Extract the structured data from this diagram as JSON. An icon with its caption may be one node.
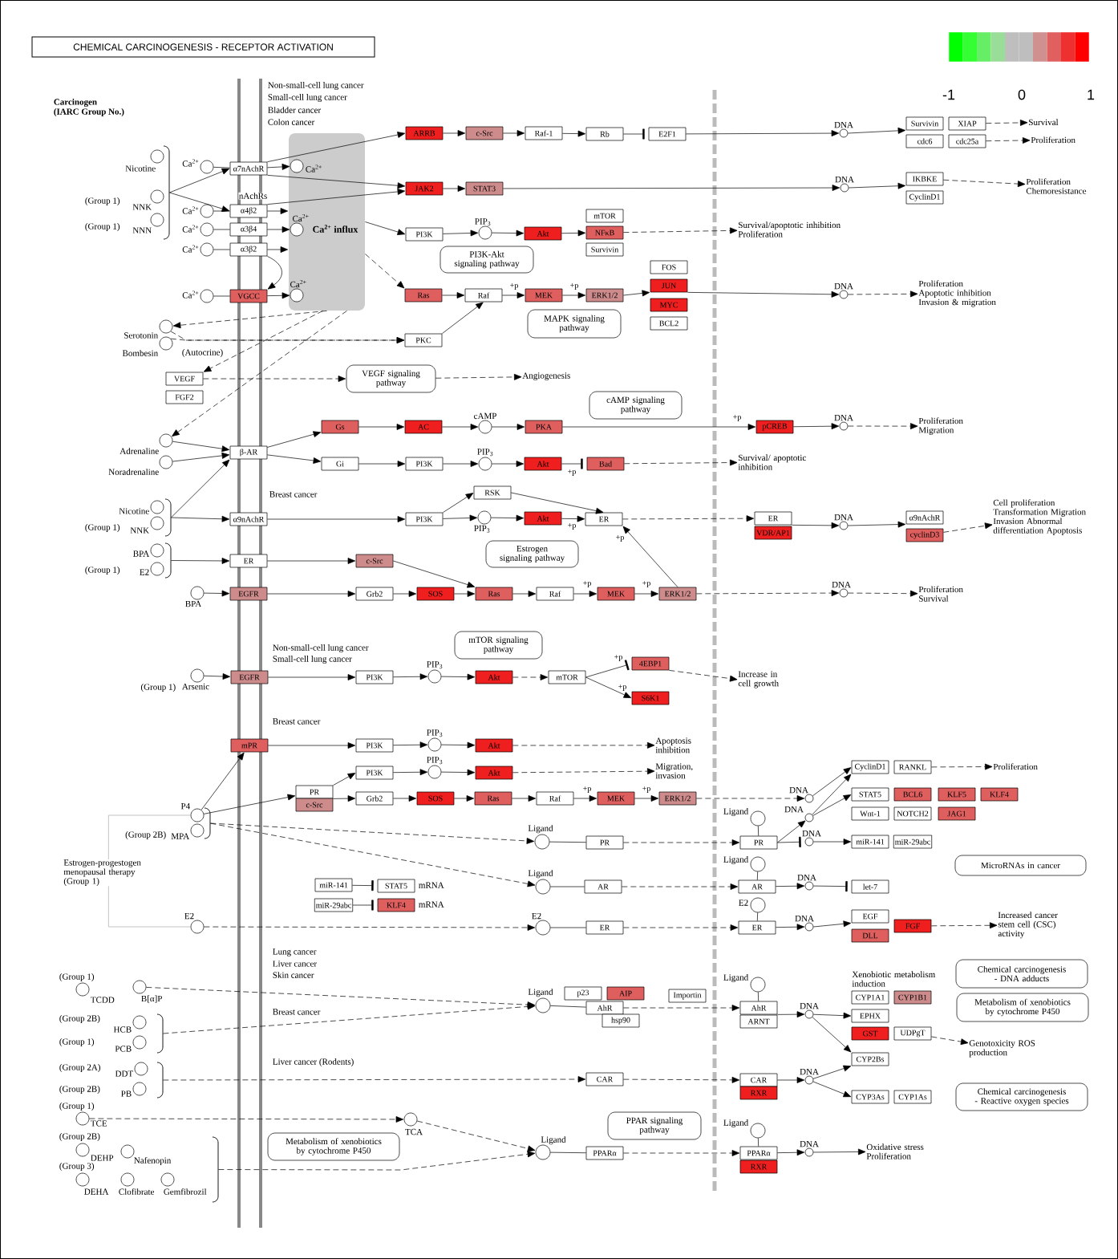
{
  "diagram": {
    "title": "CHEMICAL CARCINOGENESIS - RECEPTOR ACTIVATION",
    "nodes": [
      {
        "text": [],
        "shape": "bracket"
      },
      {
        "text": [
          "Nicotine"
        ]
      },
      {
        "text": [
          "NNK"
        ],
        "beside": [
          "(Group 1)"
        ]
      },
      {
        "text": [
          "NNN"
        ],
        "beside": [
          "(Group 1)"
        ]
      },
      {
        "text": [
          "Ca$^{2+}$"
        ]
      },
      {
        "text": [
          "α7nAchR"
        ]
      },
      {
        "text": [
          "Ca$^{2+}$ influx"
        ]
      },
      {
        "text": [
          "Ca$^{2+}$"
        ],
        "in": 6
      },
      {
        "text": [
          "Ca$^{2+}$"
        ]
      },
      {
        "text": [
          "α4β2"
        ]
      },
      {
        "text": [
          "Ca$^{2+}$"
        ],
        "in": 6
      },
      {
        "text": [
          "Ca$^{2+}$"
        ]
      },
      {
        "text": [
          "α3β4"
        ]
      },
      {
        "text": [
          "Ca$^{2+}$"
        ]
      },
      {
        "text": [
          "α3β2"
        ]
      },
      {
        "text": [
          "Ca$^{2+}$"
        ]
      },
      {
        "text": [
          "VGCC"
        ]
      },
      {
        "text": [
          "Ca$^{2+}$"
        ],
        "in": 6
      },
      {
        "text": [
          "ARRB"
        ]
      },
      {
        "text": [
          "c-Src"
        ]
      },
      {
        "text": [
          "Raf-1"
        ]
      },
      {
        "text": [
          "Rb"
        ]
      },
      {
        "text": [
          "E2F1"
        ]
      },
      {
        "text": [
          "DNA"
        ]
      },
      {
        "text": [
          "Survivin"
        ]
      },
      {
        "text": [
          "XIAP"
        ]
      },
      {
        "text": [
          "cdc6"
        ]
      },
      {
        "text": [
          "cdc25a"
        ]
      },
      {
        "text": [
          "Survival"
        ]
      },
      {
        "text": [
          "Proliferation"
        ]
      },
      {
        "text": [
          "JAK2"
        ]
      },
      {
        "text": [
          "STAT3"
        ]
      },
      {
        "text": [
          "DNA"
        ]
      },
      {
        "text": [
          "IKBKE"
        ]
      },
      {
        "text": [
          "CyclinD1"
        ]
      },
      {
        "text": [
          "Proliferation Chemoresistance"
        ]
      },
      {
        "text": [
          "PI3K"
        ]
      },
      {
        "text": [
          "PIP$_{3}$"
        ]
      },
      {
        "text": [
          "Akt"
        ]
      },
      {
        "text": [
          "mTOR"
        ]
      },
      {
        "text": [
          "NFκB"
        ]
      },
      {
        "text": [
          "Survivin"
        ]
      },
      {
        "text": [
          "Survival/apoptotic inhibition Proliferation"
        ]
      },
      {
        "text": [
          "PI3K-Akt signaling pathway"
        ]
      },
      {
        "text": [
          "FOS"
        ]
      },
      {
        "text": [
          "JUN"
        ]
      },
      {
        "text": [
          "Ras"
        ]
      },
      {
        "text": [
          "Raf"
        ]
      },
      {
        "text": [
          "MEK"
        ]
      },
      {
        "text": [
          "ERK1/2"
        ]
      },
      {
        "text": [
          "MYC"
        ]
      },
      {
        "text": [
          "BCL2"
        ]
      },
      {
        "text": [
          "DNA"
        ]
      },
      {
        "text": [
          "Proliferation Apoptotic inhibition Invasion & migration"
        ]
      },
      {
        "text": [
          "MAPK signaling pathway"
        ]
      },
      {
        "text": [
          "Serotonin"
        ]
      },
      {
        "text": [
          "Bombesin"
        ]
      },
      {
        "text": [
          "PKC"
        ]
      },
      {
        "text": [
          "VEGF"
        ]
      },
      {
        "text": [
          "FGF2"
        ]
      },
      {
        "text": [
          "VEGF signaling pathway"
        ]
      },
      {
        "text": [
          "Angiogenesis"
        ]
      },
      {
        "text": [
          "cAMP signaling pathway"
        ]
      },
      {
        "text": [
          "Gs"
        ]
      },
      {
        "text": [
          "AC"
        ]
      },
      {
        "text": [
          "cAMP"
        ]
      },
      {
        "text": [
          "PKA"
        ]
      },
      {
        "text": [
          "pCREB"
        ]
      },
      {
        "text": [
          "DNA"
        ]
      },
      {
        "text": [
          "Proliferation Migration"
        ]
      },
      {
        "text": [
          "Adrenaline"
        ]
      },
      {
        "text": [
          "Noradrenaline"
        ]
      },
      {
        "text": [
          "β-AR"
        ]
      },
      {
        "text": [
          "Gi"
        ]
      },
      {
        "text": [
          "PI3K"
        ]
      },
      {
        "text": [
          "PIP$_{3}$"
        ]
      },
      {
        "text": [
          "Akt"
        ]
      },
      {
        "text": [
          "Bad"
        ]
      },
      {
        "text": [
          "Survival/ apoptotic inhibition"
        ]
      },
      {
        "text": [
          "RSK"
        ]
      },
      {
        "text": [],
        "shape": "bracket"
      },
      {
        "text": [
          "Nicotine"
        ]
      },
      {
        "text": [
          "NNK"
        ],
        "beside": [
          "(Group 1)"
        ]
      },
      {
        "text": [
          "α9nAchR"
        ]
      },
      {
        "text": [
          "PI3K"
        ]
      },
      {
        "text": [
          "PIP$_{3}$"
        ]
      },
      {
        "text": [
          "Akt"
        ]
      },
      {
        "text": [
          "ER"
        ]
      },
      {
        "text": [
          "ER"
        ]
      },
      {
        "text": [
          "VDR/AP1"
        ]
      },
      {
        "text": [
          "DNA"
        ]
      },
      {
        "text": [
          "α9nAchR"
        ]
      },
      {
        "text": [
          "cyclinD3"
        ]
      },
      {
        "text": [
          "Cell proliferation Transformation Migration Invasion Abnormal differentiation Apoptosis"
        ]
      },
      {
        "text": [
          "Estrogen signaling pathway"
        ]
      },
      {
        "text": [],
        "shape": "bracket"
      },
      {
        "text": [
          "BPA"
        ]
      },
      {
        "text": [
          "E2"
        ],
        "beside": [
          "(Group 1)"
        ]
      },
      {
        "text": [
          "ER"
        ]
      },
      {
        "text": [
          "c-Src"
        ]
      },
      {
        "text": [
          "BPA"
        ]
      },
      {
        "text": [
          "EGFR"
        ]
      },
      {
        "text": [
          "Grb2"
        ]
      },
      {
        "text": [
          "SOS"
        ]
      },
      {
        "text": [
          "Ras"
        ]
      },
      {
        "text": [
          "Raf"
        ]
      },
      {
        "text": [
          "MEK"
        ]
      },
      {
        "text": [
          "ERK1/2"
        ]
      },
      {
        "text": [
          "DNA"
        ]
      },
      {
        "text": [
          "Proliferation Survival"
        ]
      },
      {
        "text": [
          "mTOR signaling pathway"
        ]
      },
      {
        "text": [
          "Arsenic"
        ],
        "beside": [
          "(Group 1)"
        ]
      },
      {
        "text": [
          "EGFR"
        ]
      },
      {
        "text": [
          "PI3K"
        ]
      },
      {
        "text": [
          "PIP$_{3}$"
        ]
      },
      {
        "text": [
          "Akt"
        ]
      },
      {
        "text": [
          "mTOR"
        ]
      },
      {
        "text": [
          "4EBP1"
        ]
      },
      {
        "text": [
          "S6K1"
        ]
      },
      {
        "text": [
          "Increase in cell growth"
        ]
      },
      {
        "text": [
          "mPR"
        ]
      },
      {
        "text": [
          "PI3K"
        ]
      },
      {
        "text": [
          "PIP$_{3}$"
        ]
      },
      {
        "text": [
          "Akt"
        ]
      },
      {
        "text": [
          "Apoptosis inhibition"
        ]
      },
      {
        "text": [
          "PI3K"
        ]
      },
      {
        "text": [
          "PIP$_{3}$"
        ]
      },
      {
        "text": [
          "Akt"
        ]
      },
      {
        "text": [
          "Migration, invasion"
        ]
      },
      {
        "text": [
          "PR"
        ]
      },
      {
        "text": [
          "c-Src"
        ]
      },
      {
        "text": [
          "Grb2"
        ]
      },
      {
        "text": [
          "SOS"
        ]
      },
      {
        "text": [
          "Ras"
        ]
      },
      {
        "text": [
          "Raf"
        ]
      },
      {
        "text": [
          "MEK"
        ]
      },
      {
        "text": [
          "ERK1/2"
        ]
      },
      {
        "text": [
          "DNA"
        ]
      },
      {
        "text": [
          "CyclinD1"
        ]
      },
      {
        "text": [
          "RANKL"
        ]
      },
      {
        "text": [
          "Proliferation"
        ]
      },
      {
        "text": [
          "STAT5"
        ]
      },
      {
        "text": [
          "BCL6"
        ]
      },
      {
        "text": [
          "KLF5"
        ]
      },
      {
        "text": [
          "KLF4"
        ]
      },
      {
        "text": [
          "Wnt-1"
        ]
      },
      {
        "text": [
          "NOTCH2"
        ]
      },
      {
        "text": [
          "JAG1"
        ]
      },
      {
        "text": [
          "DNA"
        ]
      },
      {
        "text": [],
        "shape": "bracket"
      },
      {
        "text": [
          "P4"
        ]
      },
      {
        "text": [
          "MPA"
        ],
        "beside": [
          "(Group 2B)"
        ]
      },
      {
        "text": [
          "Ligand"
        ]
      },
      {
        "text": [
          "PR"
        ]
      },
      {
        "text": [
          "Ligand"
        ]
      },
      {
        "text": [
          "PR"
        ]
      },
      {
        "text": [
          "DNA"
        ]
      },
      {
        "text": [
          "miR-141"
        ]
      },
      {
        "text": [
          "miR-29abc"
        ]
      },
      {
        "text": [
          "MicroRNAs in cancer"
        ]
      },
      {
        "text": [
          "Estrogen-progestogen menopausal therapy (Group 1)"
        ]
      },
      {
        "text": [
          "miR-141"
        ]
      },
      {
        "text": [
          "STAT5"
        ],
        "beside": [
          "mRNA"
        ]
      },
      {
        "text": [
          "Ligand"
        ]
      },
      {
        "text": [
          "AR"
        ]
      },
      {
        "text": [
          "Ligand"
        ]
      },
      {
        "text": [
          "AR"
        ]
      },
      {
        "text": [
          "DNA"
        ]
      },
      {
        "text": [
          "let-7"
        ]
      },
      {
        "text": [
          "miR-29abc"
        ]
      },
      {
        "text": [
          "KLF4"
        ],
        "beside": [
          "mRNA"
        ]
      },
      {
        "text": [
          "E2"
        ]
      },
      {
        "text": [
          "E2"
        ]
      },
      {
        "text": [
          "ER"
        ]
      },
      {
        "text": [
          "E2"
        ]
      },
      {
        "text": [
          "ER"
        ]
      },
      {
        "text": [
          "DNA"
        ]
      },
      {
        "text": [
          "EGF"
        ]
      },
      {
        "text": [
          "FGF"
        ]
      },
      {
        "text": [
          "DLL"
        ]
      },
      {
        "text": [
          "Increased cancer stem cell (CSC) activity"
        ]
      },
      {
        "text": [
          "Chemical carcinogenesis - DNA adducts"
        ]
      },
      {
        "text": [
          "TCDD"
        ],
        "beside": [
          "(Group 1)"
        ]
      },
      {
        "text": [
          "B[α]P"
        ]
      },
      {
        "text": [
          "p23"
        ]
      },
      {
        "text": [
          "AIP"
        ]
      },
      {
        "text": [
          "Ligand"
        ]
      },
      {
        "text": [
          "AhR"
        ]
      },
      {
        "text": [
          "hsp90"
        ]
      },
      {
        "text": [
          "Importin"
        ]
      },
      {
        "text": [
          "Ligand"
        ]
      },
      {
        "text": [
          "AhR"
        ]
      },
      {
        "text": [
          "ARNT"
        ]
      },
      {
        "text": [
          "DNA"
        ]
      },
      {
        "text": [
          "CYP1A1"
        ]
      },
      {
        "text": [
          "CYP1B1"
        ]
      },
      {
        "text": [
          "Metabolism of xenobiotics by cytochrome P450"
        ]
      },
      {
        "text": [
          "EPHX"
        ]
      },
      {
        "text": [],
        "shape": "bracket"
      },
      {
        "text": [
          "HCB"
        ]
      },
      {
        "text": [
          "PCB"
        ]
      },
      {
        "text": [
          "GST"
        ]
      },
      {
        "text": [
          "UDPgT"
        ]
      },
      {
        "text": [
          "Genotoxicity ROS production"
        ]
      },
      {
        "text": [
          "CYP2Bs"
        ]
      },
      {
        "text": [],
        "shape": "bracket"
      },
      {
        "text": [
          "DDT"
        ]
      },
      {
        "text": [
          "PB"
        ]
      },
      {
        "text": [
          "CAR"
        ]
      },
      {
        "text": [
          "CAR"
        ]
      },
      {
        "text": [
          "DNA"
        ]
      },
      {
        "text": [
          "RXR"
        ]
      },
      {
        "text": [
          "CYP3As"
        ]
      },
      {
        "text": [
          "CYP1As"
        ]
      },
      {
        "text": [
          "Chemical carcinogenesis - Reactive oxygen species"
        ]
      },
      {
        "text": [
          "TCE"
        ],
        "beside": [
          "(Group 1)"
        ]
      },
      {
        "text": [
          "TCA"
        ]
      },
      {
        "text": [
          "PPAR signaling pathway"
        ]
      },
      {
        "text": [
          "Ligand"
        ]
      },
      {
        "text": [
          "Metabolism of xenobiotics by cytochrome P450"
        ]
      },
      {
        "text": [],
        "shape": "bracket"
      },
      {
        "text": [
          "DEHP"
        ],
        "beside": [
          "(Group 2B)"
        ]
      },
      {
        "text": [
          "Nafenopin"
        ]
      },
      {
        "text": [
          "Ligand"
        ]
      },
      {
        "text": [
          "PPARα"
        ]
      },
      {
        "text": [
          "PPARα"
        ]
      },
      {
        "text": [
          "DNA"
        ]
      },
      {
        "text": [
          "Oxidative stress Proliferation"
        ]
      },
      {
        "text": [
          "DEHA"
        ],
        "beside": [
          "(Group 3)"
        ]
      },
      {
        "text": [
          "Clofibrate"
        ]
      },
      {
        "text": [
          "Gemfibrozil"
        ]
      },
      {
        "text": [
          "RXR"
        ]
      }
    ],
    "edges": [
      {
        "from": 0,
        "to": 5,
        "arrow": "to"
      },
      {
        "from": 0,
        "to": 9,
        "arrow": "to"
      },
      {
        "from": 4,
        "to": 5,
        "arrow": "none"
      },
      {
        "from": 5,
        "to": 7,
        "arrow": "to"
      },
      {
        "from": 5,
        "to": 18,
        "arrow": "to"
      },
      {
        "from": 5,
        "to": 30,
        "arrow": "to"
      },
      {
        "from": 8,
        "to": 9,
        "arrow": "none"
      },
      {
        "from": 9,
        "to": 30,
        "arrow": "to"
      },
      {
        "from": 9,
        "to": 6,
        "arrow": "to"
      },
      {
        "from": 11,
        "to": 12,
        "arrow": "none"
      },
      {
        "from": 12,
        "to": 10,
        "arrow": "to"
      },
      {
        "from": 13,
        "to": 14,
        "arrow": "none"
      },
      {
        "from": 14,
        "to": 6,
        "arrow": "to"
      },
      {
        "from": 14,
        "to": 16,
        "arrow": "to"
      },
      {
        "from": 15,
        "to": 16,
        "arrow": "none"
      },
      {
        "from": 16,
        "to": 17,
        "arrow": "to"
      },
      {
        "from": 6,
        "to": 36,
        "arrow": "to"
      },
      {
        "from": 6,
        "to": 46,
        "arrow": "to",
        "style": "dashed"
      },
      {
        "from": 6,
        "to": 55,
        "arrow": "to",
        "style": "dashed"
      },
      {
        "from": 6,
        "to": 58,
        "arrow": "to",
        "style": "dashed"
      },
      {
        "from": 6,
        "to": 70,
        "arrow": "to",
        "style": "dashed"
      },
      {
        "from": 18,
        "to": 19,
        "arrow": "to"
      },
      {
        "from": 19,
        "to": 20,
        "arrow": "to"
      },
      {
        "from": 20,
        "to": 21,
        "arrow": "to"
      },
      {
        "from": 21,
        "to": 22,
        "arrow": "other"
      },
      {
        "from": 22,
        "to": 23,
        "arrow": "to"
      },
      {
        "from": 23,
        "to": 24,
        "arrow": "to"
      },
      {
        "from": 25,
        "to": 28,
        "arrow": "to",
        "style": "dashed"
      },
      {
        "from": 27,
        "to": 29,
        "arrow": "to",
        "style": "dashed"
      },
      {
        "from": 30,
        "to": 31,
        "arrow": "to"
      },
      {
        "from": 31,
        "to": 32,
        "arrow": "to"
      },
      {
        "from": 32,
        "to": 33,
        "arrow": "to"
      },
      {
        "from": 33,
        "to": 35,
        "arrow": "to",
        "style": "dashed"
      },
      {
        "from": 36,
        "to": 37,
        "arrow": "to"
      },
      {
        "from": 37,
        "to": 38,
        "arrow": "to"
      },
      {
        "from": 38,
        "to": 40,
        "arrow": "to"
      },
      {
        "from": 40,
        "to": 42,
        "arrow": "to",
        "style": "dashed"
      },
      {
        "from": 46,
        "to": 47,
        "arrow": "to"
      },
      {
        "from": 47,
        "to": 48,
        "arrow": "to",
        "label": "+p"
      },
      {
        "from": 48,
        "to": 49,
        "arrow": "to",
        "label": "+p"
      },
      {
        "from": 49,
        "to": 45,
        "arrow": "to"
      },
      {
        "from": 45,
        "to": 52,
        "arrow": "to"
      },
      {
        "from": 52,
        "to": 53,
        "arrow": "to",
        "style": "dashed"
      },
      {
        "from": 55,
        "to": 57,
        "arrow": "to",
        "style": "dashed"
      },
      {
        "from": 56,
        "to": 57,
        "arrow": "to",
        "style": "dashed"
      },
      {
        "from": 57,
        "to": 47,
        "arrow": "to"
      },
      {
        "from": 58,
        "to": 60,
        "arrow": "to",
        "style": "dashed"
      },
      {
        "from": 60,
        "to": 61,
        "arrow": "to",
        "style": "dashed"
      },
      {
        "from": 72,
        "to": 63,
        "arrow": "to"
      },
      {
        "from": 63,
        "to": 64,
        "arrow": "to"
      },
      {
        "from": 64,
        "to": 65,
        "arrow": "to"
      },
      {
        "from": 65,
        "to": 66,
        "arrow": "to"
      },
      {
        "from": 66,
        "to": 67,
        "arrow": "to",
        "label": "+p"
      },
      {
        "from": 67,
        "to": 68,
        "arrow": "to"
      },
      {
        "from": 68,
        "to": 69,
        "arrow": "to",
        "style": "dashed"
      },
      {
        "from": 70,
        "to": 72,
        "arrow": "to"
      },
      {
        "from": 71,
        "to": 72,
        "arrow": "to"
      },
      {
        "from": 80,
        "to": 72,
        "arrow": "to"
      },
      {
        "from": 72,
        "to": 73,
        "arrow": "to"
      },
      {
        "from": 73,
        "to": 74,
        "arrow": "to"
      },
      {
        "from": 74,
        "to": 75,
        "arrow": "to"
      },
      {
        "from": 75,
        "to": 76,
        "arrow": "to"
      },
      {
        "from": 76,
        "to": 77,
        "arrow": "other",
        "label": "+p"
      },
      {
        "from": 77,
        "to": 78,
        "arrow": "to",
        "style": "dashed"
      },
      {
        "from": 80,
        "to": 83,
        "arrow": "to"
      },
      {
        "from": 83,
        "to": 84,
        "arrow": "to"
      },
      {
        "from": 84,
        "to": 79,
        "arrow": "to"
      },
      {
        "from": 84,
        "to": 85,
        "arrow": "to"
      },
      {
        "from": 85,
        "to": 86,
        "arrow": "to"
      },
      {
        "from": 86,
        "to": 87,
        "arrow": "to",
        "label": "+p"
      },
      {
        "from": 79,
        "to": 87,
        "arrow": "to"
      },
      {
        "from": 107,
        "to": 87,
        "arrow": "to",
        "label": "+p"
      },
      {
        "from": 87,
        "to": 88,
        "arrow": "to",
        "style": "dashed"
      },
      {
        "from": 88,
        "to": 90,
        "arrow": "to"
      },
      {
        "from": 90,
        "to": 91,
        "arrow": "to"
      },
      {
        "from": 92,
        "to": 93,
        "arrow": "to",
        "style": "dashed"
      },
      {
        "from": 95,
        "to": 98,
        "arrow": "to"
      },
      {
        "from": 98,
        "to": 99,
        "arrow": "to"
      },
      {
        "from": 99,
        "to": 104,
        "arrow": "to"
      },
      {
        "from": 100,
        "to": 101,
        "arrow": "to"
      },
      {
        "from": 101,
        "to": 102,
        "arrow": "to"
      },
      {
        "from": 102,
        "to": 103,
        "arrow": "to"
      },
      {
        "from": 103,
        "to": 104,
        "arrow": "to"
      },
      {
        "from": 104,
        "to": 105,
        "arrow": "to"
      },
      {
        "from": 105,
        "to": 106,
        "arrow": "to",
        "label": "+p"
      },
      {
        "from": 106,
        "to": 107,
        "arrow": "to",
        "label": "+p"
      },
      {
        "from": 107,
        "to": 108,
        "arrow": "to",
        "style": "dashed"
      },
      {
        "from": 108,
        "to": 109,
        "arrow": "to",
        "style": "dashed"
      },
      {
        "from": 111,
        "to": 112,
        "arrow": "to"
      },
      {
        "from": 112,
        "to": 113,
        "arrow": "to"
      },
      {
        "from": 113,
        "to": 114,
        "arrow": "to"
      },
      {
        "from": 114,
        "to": 115,
        "arrow": "to"
      },
      {
        "from": 115,
        "to": 116,
        "arrow": "to",
        "style": "dashed"
      },
      {
        "from": 116,
        "to": 117,
        "arrow": "other",
        "label": "+p"
      },
      {
        "from": 116,
        "to": 118,
        "arrow": "to",
        "label": "+p"
      },
      {
        "from": 117,
        "to": 119,
        "arrow": "to",
        "style": "dashed"
      },
      {
        "from": 150,
        "to": 120,
        "arrow": "to"
      },
      {
        "from": 120,
        "to": 121,
        "arrow": "to"
      },
      {
        "from": 121,
        "to": 122,
        "arrow": "to"
      },
      {
        "from": 122,
        "to": 123,
        "arrow": "to"
      },
      {
        "from": 123,
        "to": 124,
        "arrow": "to",
        "style": "dashed"
      },
      {
        "from": 125,
        "to": 126,
        "arrow": "to"
      },
      {
        "from": 126,
        "to": 127,
        "arrow": "to"
      },
      {
        "from": 127,
        "to": 128,
        "arrow": "to",
        "style": "dashed"
      },
      {
        "from": 150,
        "to": 129,
        "arrow": "to"
      },
      {
        "from": 129,
        "to": 125,
        "arrow": "to"
      },
      {
        "from": 129,
        "to": 131,
        "arrow": "to"
      },
      {
        "from": 131,
        "to": 132,
        "arrow": "to"
      },
      {
        "from": 132,
        "to": 133,
        "arrow": "to"
      },
      {
        "from": 133,
        "to": 134,
        "arrow": "to"
      },
      {
        "from": 134,
        "to": 135,
        "arrow": "to",
        "label": "+p"
      },
      {
        "from": 135,
        "to": 136,
        "arrow": "to",
        "label": "+p"
      },
      {
        "from": 136,
        "to": 137,
        "arrow": "to",
        "style": "dashed"
      },
      {
        "from": 137,
        "to": 138,
        "arrow": "to"
      },
      {
        "from": 148,
        "to": 138,
        "arrow": "to"
      },
      {
        "from": 148,
        "to": 141,
        "arrow": "to"
      },
      {
        "from": 139,
        "to": 140,
        "arrow": "to",
        "style": "dashed"
      },
      {
        "from": 149,
        "to": 152,
        "arrow": "to",
        "style": "dashed"
      },
      {
        "from": 152,
        "to": 153,
        "arrow": "none"
      },
      {
        "from": 153,
        "to": 155,
        "arrow": "to",
        "style": "dashed"
      },
      {
        "from": 154,
        "to": 155,
        "arrow": "none"
      },
      {
        "from": 155,
        "to": 148,
        "arrow": "to"
      },
      {
        "from": 155,
        "to": 156,
        "arrow": "other"
      },
      {
        "from": 156,
        "to": 157,
        "arrow": "to"
      },
      {
        "from": 160,
        "to": 150,
        "arrow": "none",
        "color": "#aaaaaa"
      },
      {
        "from": 160,
        "to": 171,
        "arrow": "none",
        "color": "#aaaaaa"
      },
      {
        "from": 161,
        "to": 162,
        "arrow": "other"
      },
      {
        "from": 169,
        "to": 170,
        "arrow": "other"
      },
      {
        "from": 149,
        "to": 163,
        "arrow": "to",
        "style": "dashed"
      },
      {
        "from": 163,
        "to": 164,
        "arrow": "none"
      },
      {
        "from": 164,
        "to": 166,
        "arrow": "to",
        "style": "dashed"
      },
      {
        "from": 165,
        "to": 166,
        "arrow": "none"
      },
      {
        "from": 166,
        "to": 167,
        "arrow": "to"
      },
      {
        "from": 167,
        "to": 168,
        "arrow": "other"
      },
      {
        "from": 171,
        "to": 172,
        "arrow": "to",
        "style": "dashed"
      },
      {
        "from": 172,
        "to": 173,
        "arrow": "none"
      },
      {
        "from": 173,
        "to": 175,
        "arrow": "to",
        "style": "dashed"
      },
      {
        "from": 174,
        "to": 175,
        "arrow": "none"
      },
      {
        "from": 175,
        "to": 176,
        "arrow": "to"
      },
      {
        "from": 176,
        "to": 177,
        "arrow": "to"
      },
      {
        "from": 178,
        "to": 180,
        "arrow": "to",
        "style": "dashed"
      },
      {
        "from": 183,
        "to": 186,
        "arrow": "to",
        "style": "dashed"
      },
      {
        "from": 198,
        "to": 186,
        "arrow": "to",
        "style": "dashed"
      },
      {
        "from": 186,
        "to": 187,
        "arrow": "none"
      },
      {
        "from": 187,
        "to": 191,
        "arrow": "to",
        "style": "dashed"
      },
      {
        "from": 190,
        "to": 191,
        "arrow": "none"
      },
      {
        "from": 191,
        "to": 193,
        "arrow": "to"
      },
      {
        "from": 193,
        "to": 197,
        "arrow": "to"
      },
      {
        "from": 193,
        "to": 204,
        "arrow": "to"
      },
      {
        "from": 202,
        "to": 203,
        "arrow": "to",
        "style": "dashed"
      },
      {
        "from": 205,
        "to": 208,
        "arrow": "to",
        "style": "dashed"
      },
      {
        "from": 208,
        "to": 209,
        "arrow": "to",
        "style": "dashed"
      },
      {
        "from": 209,
        "to": 210,
        "arrow": "to"
      },
      {
        "from": 210,
        "to": 204,
        "arrow": "to"
      },
      {
        "from": 210,
        "to": 212,
        "arrow": "to"
      },
      {
        "from": 215,
        "to": 216,
        "arrow": "to",
        "style": "dashed"
      },
      {
        "from": 216,
        "to": 223,
        "arrow": "to",
        "style": "dashed"
      },
      {
        "from": 220,
        "to": 223,
        "arrow": "to",
        "style": "dashed"
      },
      {
        "from": 223,
        "to": 224,
        "arrow": "none"
      },
      {
        "from": 224,
        "to": 225,
        "arrow": "to",
        "style": "dashed"
      },
      {
        "from": 218,
        "to": 225,
        "arrow": "none"
      },
      {
        "from": 225,
        "to": 226,
        "arrow": "to"
      },
      {
        "from": 226,
        "to": 227,
        "arrow": "to"
      }
    ],
    "labels": [
      "Carcinogen",
      "(IARC Group No.)",
      "Non-small-cell lung cancer",
      "Small-cell lung cancer",
      "Bladder cancer",
      "Colon cancer",
      "-1",
      "0",
      "1",
      "nAchRs",
      "(Autocrine)",
      "Breast cancer",
      "Non-small-cell lung cancer",
      "Small-cell lung cancer",
      "Breast cancer",
      "Lung cancer",
      "Liver cancer",
      "Skin cancer",
      "Xenobiotic metabolism induction",
      "Breast cancer",
      "(Group 2B)",
      "(Group 1)",
      "Liver cancer (Rodents)",
      "(Group 2A)",
      "(Group 2B)"
    ]
  }
}
